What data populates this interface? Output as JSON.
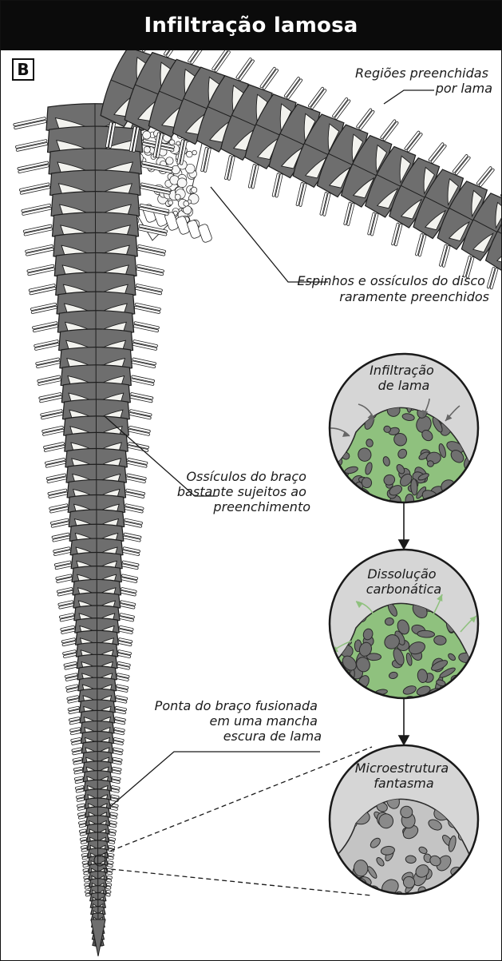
{
  "title": "Infiltração lamosa",
  "panel_label": "B",
  "labels": {
    "mud_regions": [
      "Regiões preenchidas",
      "por lama"
    ],
    "disc_spines": [
      "Espinhos e ossículos do disco",
      "raramente preenchidos"
    ],
    "arm_ossicles": [
      "Ossículos do braço",
      "bastante sujeitos ao",
      "preenchimento"
    ],
    "arm_tip": [
      "Ponta do braço fusionada",
      "em uma mancha",
      "escura de lama"
    ]
  },
  "stages": [
    {
      "title": [
        "Infiltração",
        "de lama"
      ]
    },
    {
      "title": [
        "Dissolução",
        "carbonática"
      ]
    },
    {
      "title": [
        "Microestrutura",
        "fantasma"
      ]
    }
  ],
  "colors": {
    "ossicle": "#6e6e6e",
    "mud_fill": "#f2f2ee",
    "circle_bg": "#d6d6d6",
    "mud_green": "#8fc17e",
    "ghost_grey": "#c4c4c4",
    "grain": "#707070"
  }
}
